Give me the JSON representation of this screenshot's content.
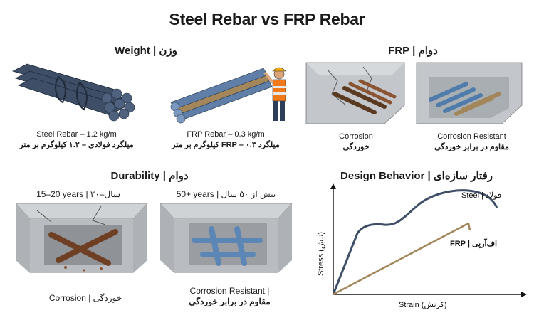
{
  "title": "Steel Rebar vs FRP Rebar",
  "weight": {
    "heading": "Weight | وزن",
    "steel_caption_en": "Steel Rebar – 1.2 kg/m",
    "steel_caption_fa": "میلگرد فولادی – ۱.۲ کیلوگرم بر متر",
    "frp_caption_en": "FRP Rebar – 0.3 kg/m",
    "frp_caption_fa": "میلگرد FRP – ۰.۳ کیلوگرم بر متر"
  },
  "frp_panel": {
    "heading": "FRP | دوام",
    "corrosion_en": "Corrosion",
    "corrosion_fa": "خوردگی",
    "resistant_en": "Corrosion Resistant",
    "resistant_fa": "مقاوم در برابر خوردگی"
  },
  "durability": {
    "heading": "Durability | دوام",
    "steel_years": "15–20 years | ۲۰–سال",
    "frp_years": "50+ years | بیش از ۵۰ سال",
    "steel_caption": "Corrosion | خوردگی",
    "frp_caption_en": "Corrosion Resistant |",
    "frp_caption_fa": "مقاوم در برابر خوردگی"
  },
  "design": {
    "heading": "Design Behavior | رفتار سازه‌ای",
    "steel_label": "Steel | فولاد",
    "frp_label": "FRP | اف‌آرپی",
    "xlabel": "Strain (کرنش)",
    "ylabel": "Stress (تنش)"
  },
  "colors": {
    "steel": "#3d4e66",
    "frp": "#a3875a",
    "rust": "#7a4a2a",
    "concrete": "#b8bcc0",
    "blue_rebar": "#5b86b5"
  }
}
